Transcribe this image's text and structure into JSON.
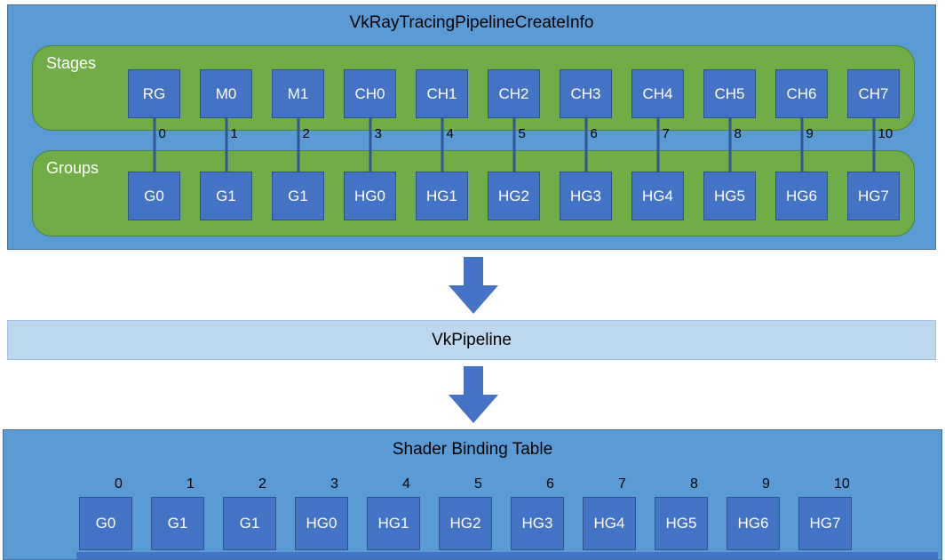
{
  "top_panel": {
    "title": "VkRayTracingPipelineCreateInfo",
    "stages_label": "Stages",
    "groups_label": "Groups",
    "stage_items": [
      "RG",
      "M0",
      "M1",
      "CH0",
      "CH1",
      "CH2",
      "CH3",
      "CH4",
      "CH5",
      "CH6",
      "CH7"
    ],
    "group_items": [
      "G0",
      "G1",
      "G1",
      "HG0",
      "HG1",
      "HG2",
      "HG3",
      "HG4",
      "HG5",
      "HG6",
      "HG7"
    ],
    "indices": [
      "0",
      "1",
      "2",
      "3",
      "4",
      "5",
      "6",
      "7",
      "8",
      "9",
      "10"
    ]
  },
  "pipeline_bar": {
    "label": "VkPipeline"
  },
  "sbt_panel": {
    "title": "Shader Binding Table",
    "indices": [
      "0",
      "1",
      "2",
      "3",
      "4",
      "5",
      "6",
      "7",
      "8",
      "9",
      "10"
    ],
    "items": [
      "G0",
      "G1",
      "G1",
      "HG0",
      "HG1",
      "HG2",
      "HG3",
      "HG4",
      "HG5",
      "HG6",
      "HG7"
    ]
  },
  "icons": {
    "down_arrow": "down-arrow-icon"
  },
  "colors": {
    "panel_blue": "#5B9BD5",
    "panel_border": "#41719C",
    "node_blue": "#4472C4",
    "node_border": "#2F528F",
    "green": "#70AD47",
    "green_border": "#507E32",
    "light_blue": "#BDD7EE",
    "arrow_blue": "#4472C4",
    "connector_blue": "#2F5597"
  }
}
